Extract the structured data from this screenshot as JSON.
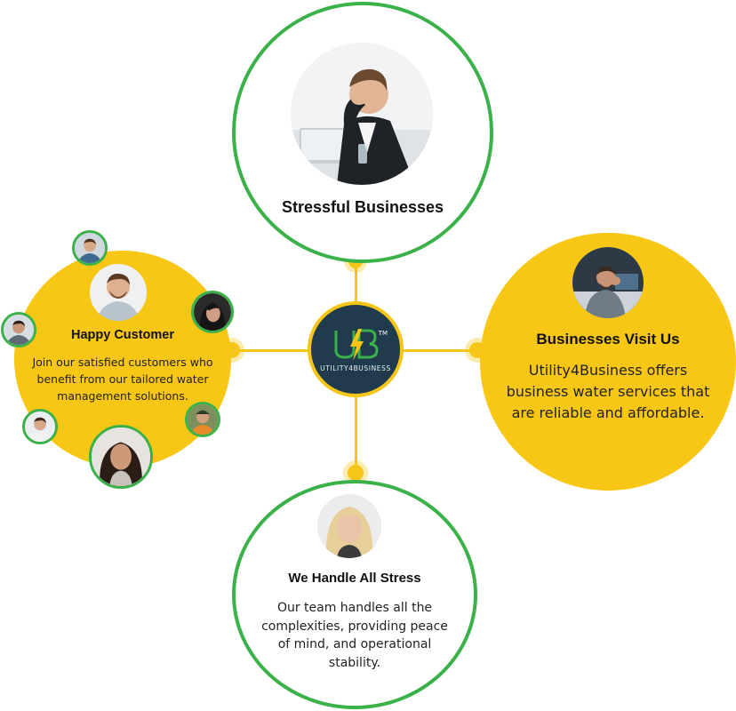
{
  "center": {
    "logo_mark": "UB",
    "brand": "UTILITY4BUSINESS",
    "tm": "TM"
  },
  "nodes": {
    "top": {
      "title": "Stressful Businesses"
    },
    "left": {
      "title": "Happy Customer",
      "body": "Join our satisfied customers who benefit from our tailored water management solutions."
    },
    "right": {
      "title": "Businesses Visit Us",
      "body": "Utility4Business offers business water services that are reliable and affordable."
    },
    "bottom": {
      "title": "We Handle All Stress",
      "body": "Our team handles all the complexities, providing peace of mind, and operational stability."
    }
  },
  "colors": {
    "accent_yellow": "#f8c614",
    "accent_green": "#3bb14a",
    "logo_navy": "#1f3b4d"
  },
  "icons": {
    "logo": "utility4business-logo",
    "avatars": "person-avatar"
  }
}
